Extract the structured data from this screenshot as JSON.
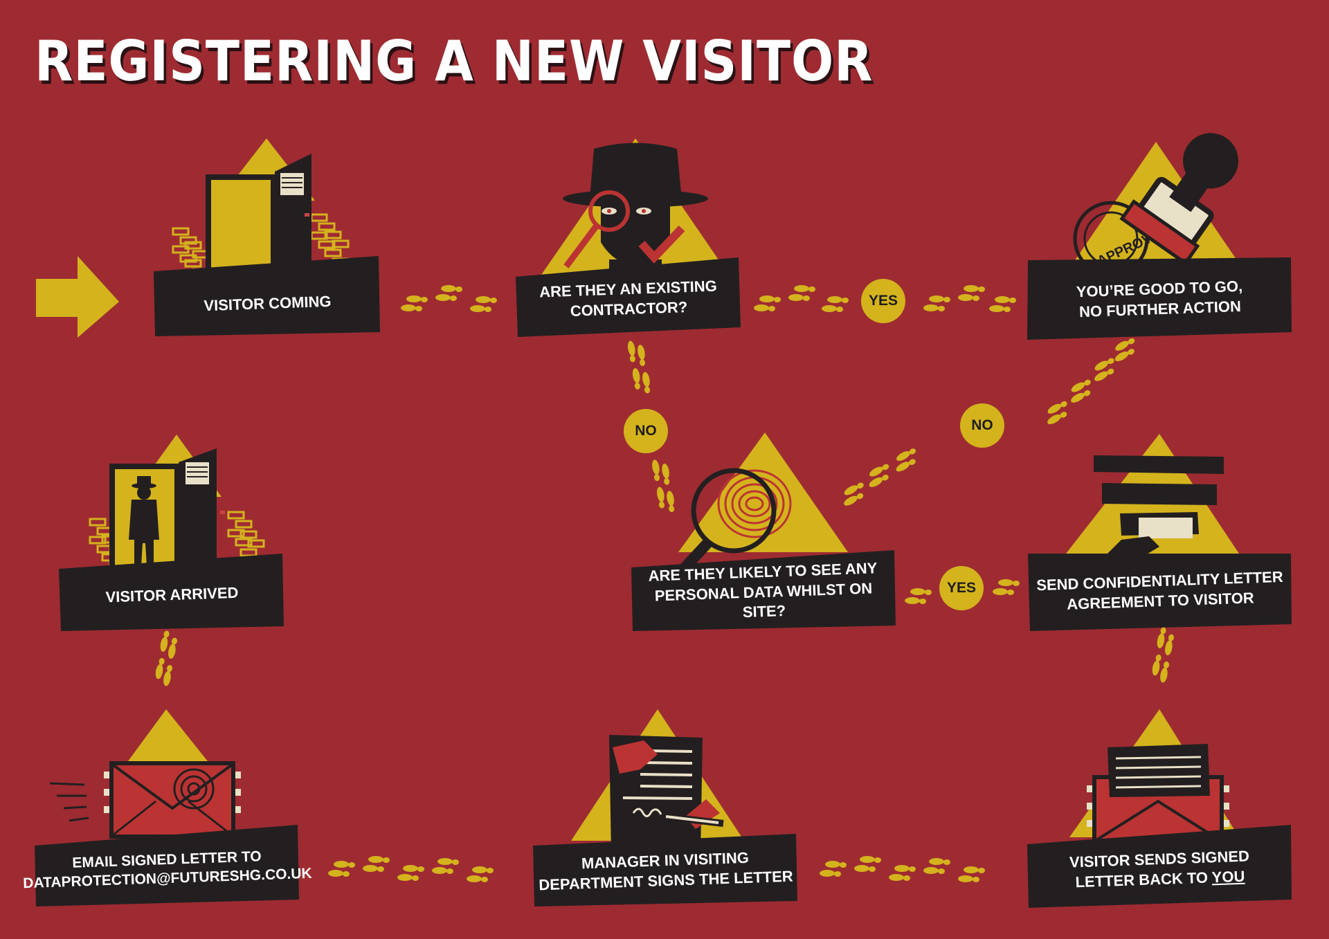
{
  "title": "REGISTERING A NEW VISITOR",
  "colors": {
    "background": "#9e2b32",
    "accent": "#d4b31d",
    "box": "#231f20",
    "text": "#ffffff"
  },
  "steps": {
    "visitor_coming": "VISITOR COMING",
    "existing_contractor": {
      "line1": "ARE THEY AN EXISTING",
      "line2": "CONTRACTOR?"
    },
    "good_to_go": {
      "line1": "YOU’RE GOOD TO GO,",
      "line2": "NO FURTHER ACTION"
    },
    "personal_data": {
      "line1": "ARE THEY LIKELY TO SEE ANY",
      "line2": "PERSONAL DATA WHILST ON SITE?"
    },
    "send_letter": {
      "line1": "SEND CONFIDENTIALITY LETTER",
      "line2": "AGREEMENT TO VISITOR"
    },
    "visitor_arrived": "VISITOR ARRIVED",
    "email_letter": {
      "line1": "EMAIL SIGNED LETTER TO",
      "line2": "DATAPROTECTION@FUTURESHG.CO.UK"
    },
    "manager_signs": {
      "line1": "MANAGER IN VISITING",
      "line2": "DEPARTMENT SIGNS THE LETTER"
    },
    "visitor_sends": {
      "line1": "VISITOR SENDS SIGNED",
      "line2a": "LETTER BACK TO ",
      "line2b": "YOU"
    }
  },
  "decisions": {
    "yes_1": "YES",
    "no_1": "NO",
    "no_2": "NO",
    "yes_2": "YES"
  },
  "stamp_text": "APPROV",
  "icons": [
    "arrow-right-icon",
    "door-icon",
    "spy-magnifier-icon",
    "approved-stamp-icon",
    "fingerprint-magnifier-icon",
    "letter-hand-icon",
    "door-silhouette-icon",
    "email-envelope-icon",
    "signed-document-icon",
    "envelope-letter-icon",
    "footprints-icon"
  ]
}
